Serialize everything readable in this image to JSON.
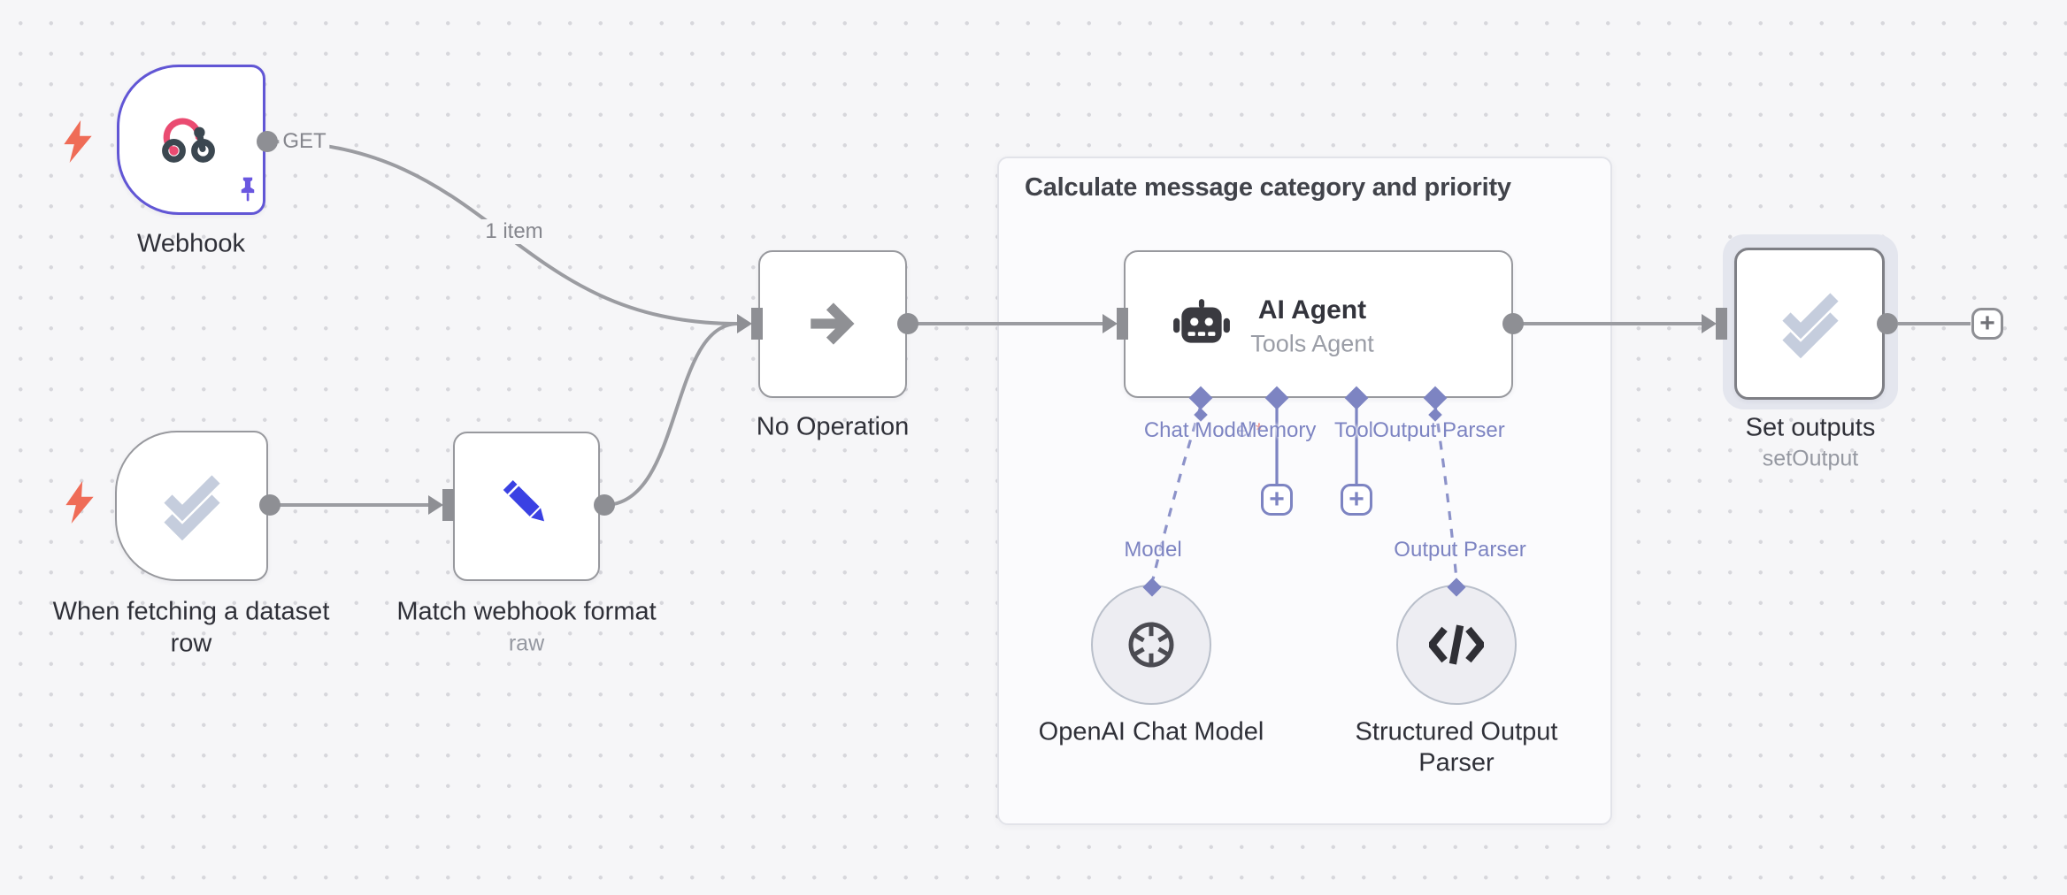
{
  "group": {
    "title": "Calculate message category and priority"
  },
  "edge_labels": {
    "webhook_output": "GET",
    "items": "1 item"
  },
  "nodes": {
    "webhook": {
      "label": "Webhook"
    },
    "dataset_trigger": {
      "lines": [
        "When fetching a dataset",
        "row"
      ]
    },
    "match_webhook_format": {
      "label": "Match webhook format",
      "subtitle": "raw"
    },
    "no_operation": {
      "label": "No Operation"
    },
    "ai_agent": {
      "title": "AI Agent",
      "subtitle": "Tools Agent"
    },
    "openai_chat_model": {
      "label": "OpenAI Chat Model"
    },
    "structured_output_parser": {
      "lines": [
        "Structured Output",
        "Parser"
      ]
    },
    "set_outputs": {
      "label": "Set outputs",
      "subtitle": "setOutput"
    }
  },
  "agent_connectors": {
    "chat_model": {
      "label": "Chat Model",
      "required_marker": "*"
    },
    "memory": {
      "label": "Memory"
    },
    "tool": {
      "label": "Tool"
    },
    "output_parser": {
      "label": "Output Parser"
    }
  },
  "sub_node_ports": {
    "model": "Model",
    "output_parser": "Output Parser"
  },
  "buttons": {
    "add_memory": "+",
    "add_tool": "+",
    "add_next_node": "+"
  },
  "icons": {
    "webhook-icon": "webhook rings glyph",
    "pin-icon": "pushpin",
    "bolt-icon": "lightning bolt",
    "double-check-icon": "two checkmarks",
    "pencil-icon": "edit pencil",
    "arrow-right-icon": "arrow right",
    "robot-icon": "robot face",
    "openai-logo-icon": "openai knot",
    "code-icon": "</>",
    "plus-icon": "+"
  },
  "colors": {
    "canvas_bg": "#f6f6f8",
    "node_border": "#98999e",
    "pinned_border": "#6156d5",
    "connector_purple": "#7d84c2",
    "webhook_pink": "#ea4b71",
    "icon_dark": "#3b4750",
    "pencil_blue": "#3a41e3",
    "bolt_orange": "#ef6c57",
    "check_gray": "#c5cddd",
    "edge_gray": "#9b9ca1"
  }
}
